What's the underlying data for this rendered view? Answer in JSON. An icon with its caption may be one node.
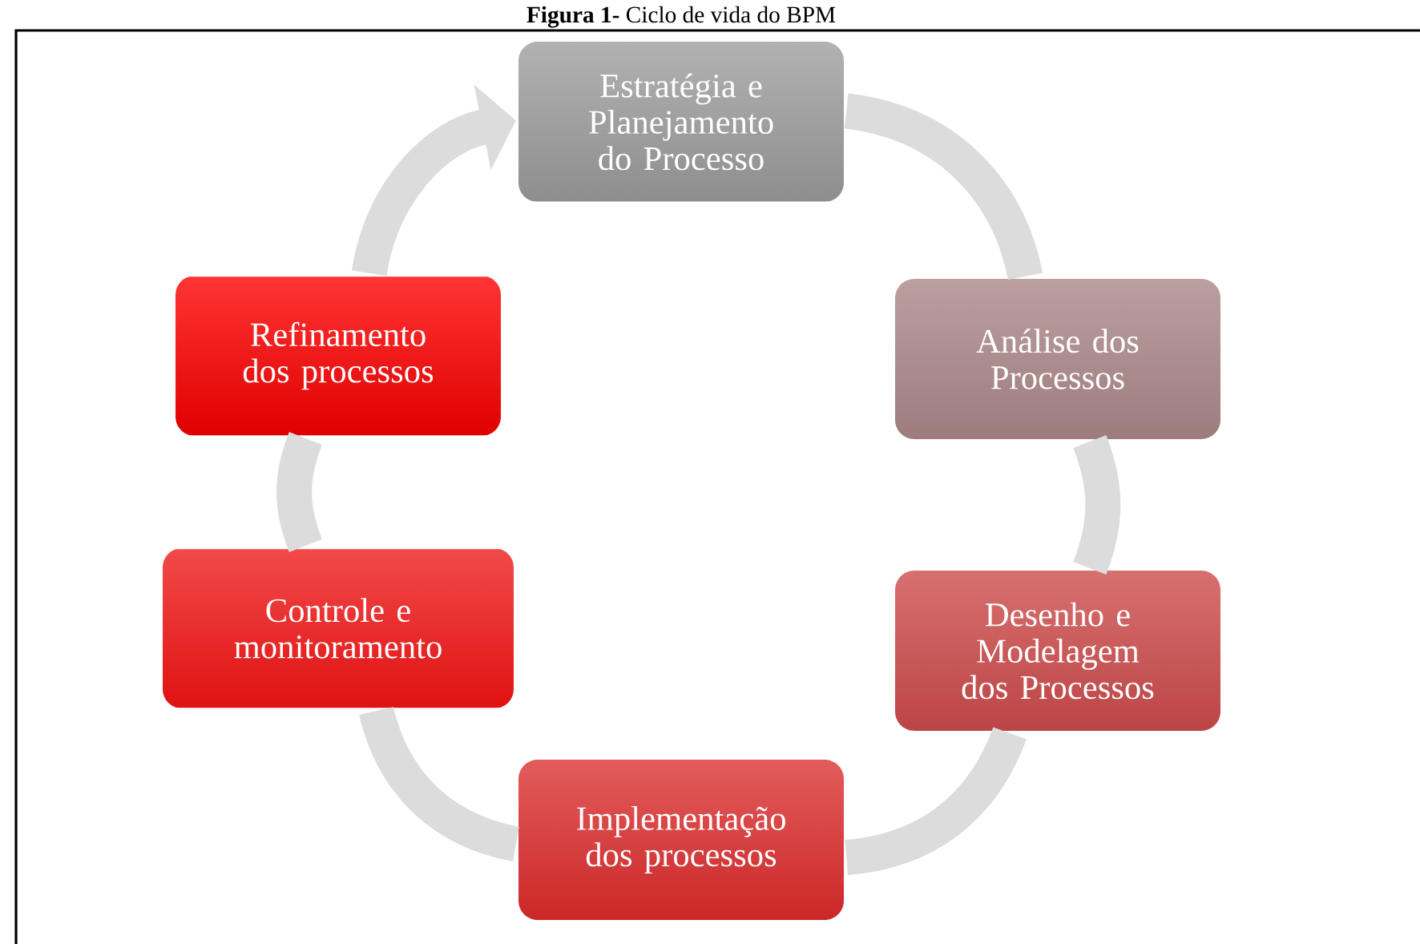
{
  "diagram": {
    "title": "**Figura 1-** Ciclo de vida do BPM",
    "nodes": [
      {
        "text": [
          "Estratégia e Planejamento do Processo"
        ]
      },
      {
        "text": [
          "Análise dos Processos"
        ]
      },
      {
        "text": [
          "Desenho e Modelagem dos Processos"
        ]
      },
      {
        "text": [
          "Implementação dos processos"
        ]
      },
      {
        "text": [
          "Controle e monitoramento"
        ]
      },
      {
        "text": [
          "Refinamento dos processos"
        ]
      }
    ],
    "edges": [
      {
        "from": 0,
        "to": 1,
        "arrow": "none"
      },
      {
        "from": 1,
        "to": 2,
        "arrow": "none"
      },
      {
        "from": 2,
        "to": 3,
        "arrow": "none"
      },
      {
        "from": 3,
        "to": 4,
        "arrow": "none"
      },
      {
        "from": 4,
        "to": 5,
        "arrow": "none"
      },
      {
        "from": 5,
        "to": 0,
        "arrow": "to"
      }
    ]
  }
}
